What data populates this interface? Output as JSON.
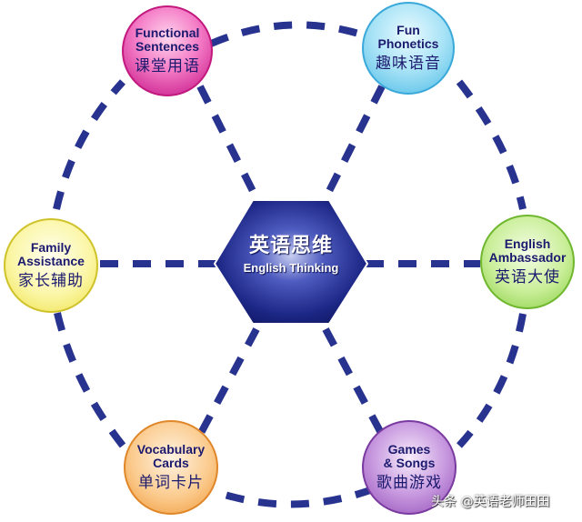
{
  "diagram": {
    "type": "hub-and-spoke",
    "center": {
      "title_zh": "英语思维",
      "title_en": "English Thinking",
      "shape": "hexagon",
      "color": "#1e2a8a"
    },
    "connector_color": "#27338f",
    "nodes": [
      {
        "id": "functional-sentences",
        "en_line1": "Functional",
        "en_line2": "Sentences",
        "zh": "课堂用语",
        "color": "#e0479f",
        "position": "top-left"
      },
      {
        "id": "fun-phonetics",
        "en_line1": "Fun",
        "en_line2": "Phonetics",
        "zh": "趣味语音",
        "color": "#6ccbef",
        "position": "top-right"
      },
      {
        "id": "family-assistance",
        "en_line1": "Family",
        "en_line2": "Assistance",
        "zh": "家长辅助",
        "color": "#f6ee7a",
        "position": "left"
      },
      {
        "id": "english-ambassador",
        "en_line1": "English",
        "en_line2": "Ambassador",
        "zh": "英语大使",
        "color": "#a8dd6a",
        "position": "right"
      },
      {
        "id": "vocabulary-cards",
        "en_line1": "Vocabulary",
        "en_line2": "Cards",
        "zh": "单词卡片",
        "color": "#f4ad5c",
        "position": "bottom-left"
      },
      {
        "id": "games-songs",
        "en_line1": "Games",
        "en_line2": "& Songs",
        "zh": "歌曲游戏",
        "color": "#ad6fcf",
        "position": "bottom-right"
      }
    ]
  },
  "watermark": "头条 @英语老师田田"
}
